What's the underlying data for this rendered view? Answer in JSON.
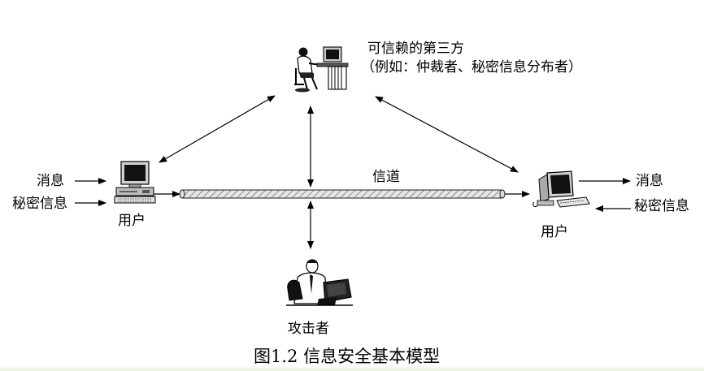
{
  "trusted_third_party": {
    "title": "可信赖的第三方",
    "examples": "（例如：仲裁者、秘密信息分布者）"
  },
  "channel_label": "信道",
  "sender": {
    "label": "用户",
    "inputs": [
      "消息",
      "秘密信息"
    ]
  },
  "receiver": {
    "label": "用户",
    "outputs": [
      "消息",
      "秘密信息"
    ]
  },
  "attacker_label": "攻击者",
  "caption": "图1.2  信息安全基本模型"
}
